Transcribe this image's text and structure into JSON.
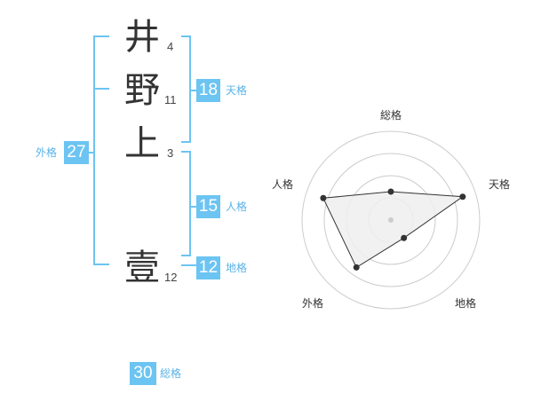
{
  "name_chars": [
    {
      "char": "井",
      "strokes": "4"
    },
    {
      "char": "野",
      "strokes": "11"
    },
    {
      "char": "上",
      "strokes": "3"
    },
    {
      "char": "壹",
      "strokes": "12"
    }
  ],
  "scores": {
    "gaikaku": {
      "value": "27",
      "label": "外格"
    },
    "tenkaku": {
      "value": "18",
      "label": "天格"
    },
    "jinkaku": {
      "value": "15",
      "label": "人格"
    },
    "chikaku": {
      "value": "12",
      "label": "地格"
    },
    "soukaku": {
      "value": "30",
      "label": "総格"
    }
  },
  "radar": {
    "labels": {
      "top": "総格",
      "right": "天格",
      "bottom_right": "地格",
      "bottom_left": "外格",
      "left": "人格"
    },
    "rings": 4,
    "values": {
      "soukaku": 0.32,
      "tenkaku": 0.85,
      "chikaku": 0.25,
      "gaikaku": 0.66,
      "jinkaku": 0.8
    },
    "colors": {
      "fill": "#eeeeee",
      "stroke": "#333333",
      "ring": "#cccccc"
    }
  }
}
